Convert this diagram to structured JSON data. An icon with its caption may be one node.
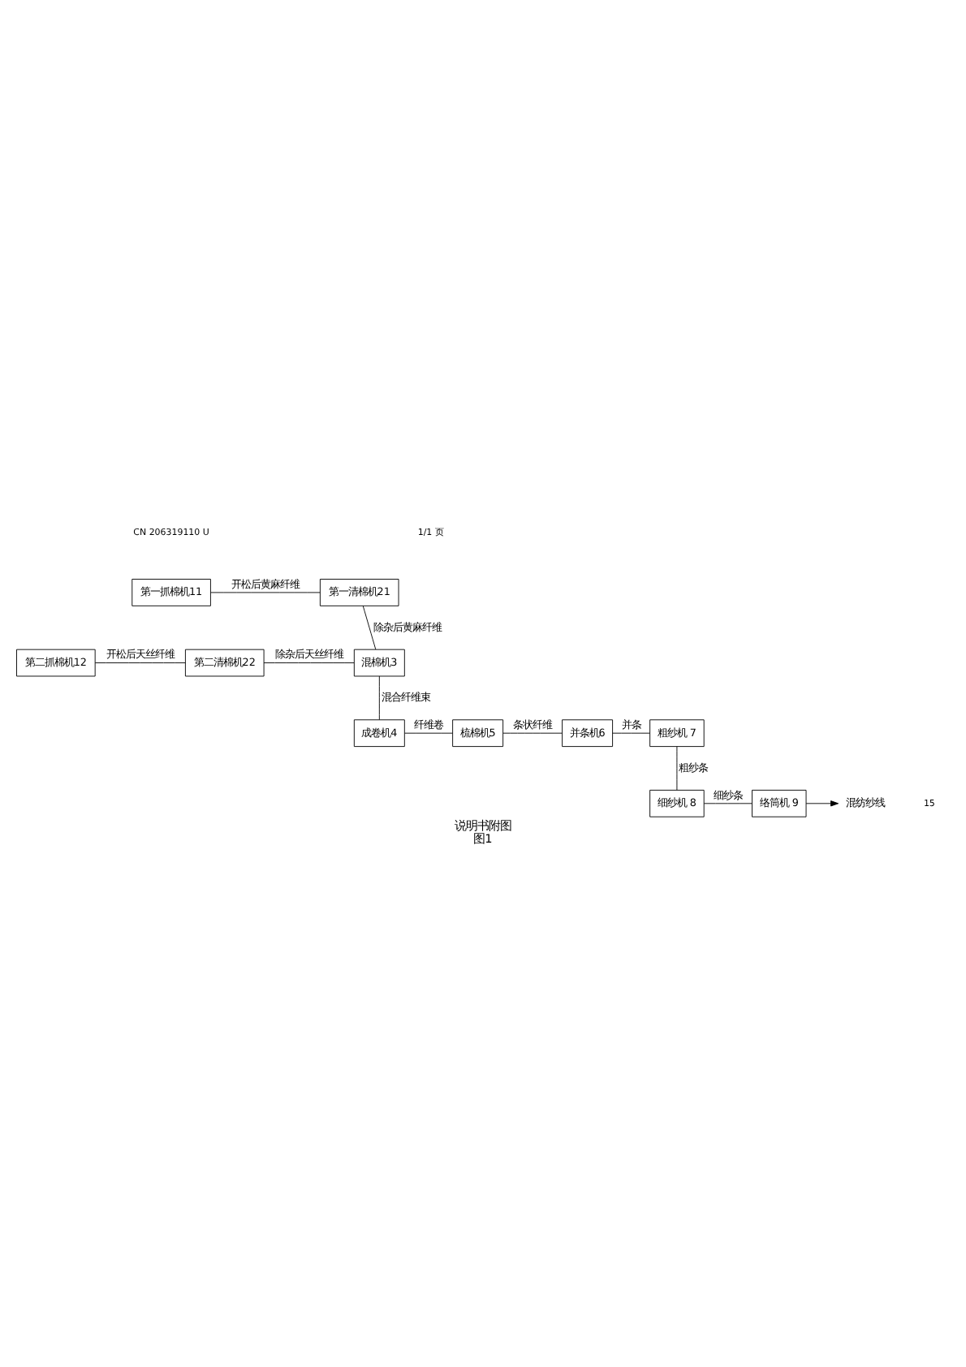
{
  "diagram": {
    "title": "说明书附图",
    "caption": "图1",
    "nodes": [
      {
        "text": [
          "第一抓棉机11"
        ]
      },
      {
        "text": [
          "第一清棉机21"
        ]
      },
      {
        "text": [
          "第二抓棉机12"
        ]
      },
      {
        "text": [
          "第二清棉机22"
        ]
      },
      {
        "text": [
          "混棉机3"
        ]
      },
      {
        "text": [
          "成卷机4"
        ]
      },
      {
        "text": [
          "梳棉机5"
        ]
      },
      {
        "text": [
          "并条机6"
        ]
      },
      {
        "text": [
          "粗纱机 7"
        ]
      },
      {
        "text": [
          "细纱机 8"
        ]
      },
      {
        "text": [
          "络筒机 9"
        ]
      },
      {
        "text": [
          "混纺纱线"
        ]
      }
    ],
    "edges": [
      {
        "from": 0,
        "to": 1,
        "arrow": "none",
        "label": "开松后黄麻纤维"
      },
      {
        "from": 1,
        "to": 4,
        "arrow": "none",
        "label": "除杂后黄麻纤维"
      },
      {
        "from": 2,
        "to": 3,
        "arrow": "none",
        "label": "开松后天丝纤维"
      },
      {
        "from": 3,
        "to": 4,
        "arrow": "none",
        "label": "除杂后天丝纤维"
      },
      {
        "from": 4,
        "to": 5,
        "arrow": "none",
        "label": "混合纤维束"
      },
      {
        "from": 5,
        "to": 6,
        "arrow": "none",
        "label": "纤维卷"
      },
      {
        "from": 6,
        "to": 7,
        "arrow": "none",
        "label": "条状纤维"
      },
      {
        "from": 7,
        "to": 8,
        "arrow": "none",
        "label": "并条"
      },
      {
        "from": 8,
        "to": 9,
        "arrow": "none",
        "label": "粗纱条"
      },
      {
        "from": 9,
        "to": 10,
        "arrow": "none",
        "label": "细纱条"
      },
      {
        "from": 10,
        "to": 11,
        "arrow": "to"
      }
    ],
    "labels": [
      "CN 206319110 U",
      "1/1 页",
      "15"
    ]
  }
}
